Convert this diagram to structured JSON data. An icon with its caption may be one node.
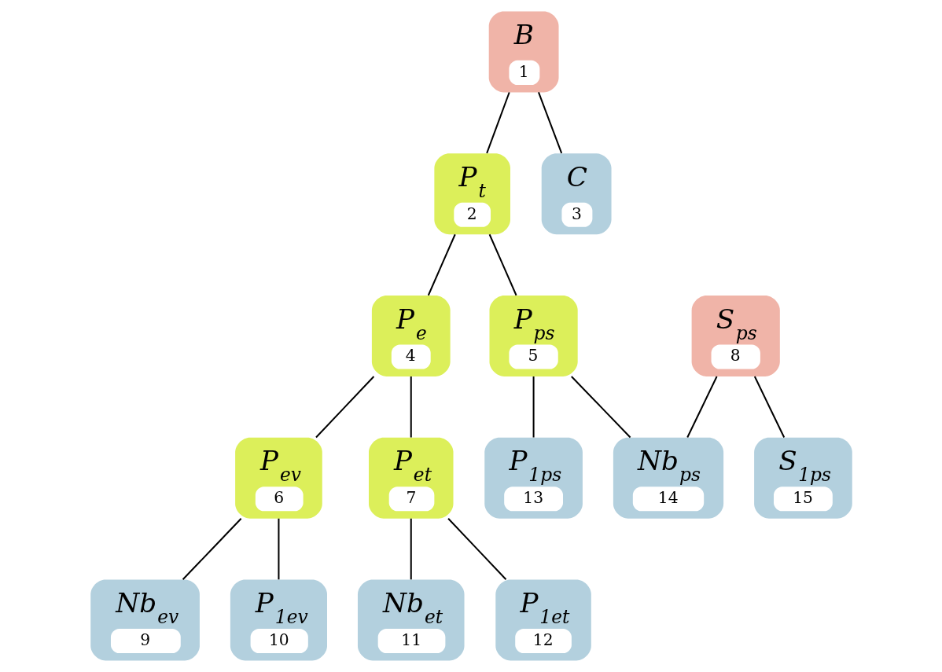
{
  "diagram": {
    "nodes": [
      {
        "text": [
          "B",
          "1"
        ]
      },
      {
        "text": [
          "P$_{t}$",
          "2"
        ]
      },
      {
        "text": [
          "C",
          "3"
        ]
      },
      {
        "text": [
          "P$_{e}$",
          "4"
        ]
      },
      {
        "text": [
          "P$_{ps}$",
          "5"
        ]
      },
      {
        "text": [
          "P$_{ev}$",
          "6"
        ]
      },
      {
        "text": [
          "P$_{et}$",
          "7"
        ]
      },
      {
        "text": [
          "S$_{ps}$",
          "8"
        ]
      },
      {
        "text": [
          "Nb$_{ev}$",
          "9"
        ]
      },
      {
        "text": [
          "P$_{1ev}$",
          "10"
        ]
      },
      {
        "text": [
          "Nb$_{et}$",
          "11"
        ]
      },
      {
        "text": [
          "P$_{1et}$",
          "12"
        ]
      },
      {
        "text": [
          "P$_{1ps}$",
          "13"
        ]
      },
      {
        "text": [
          "Nb$_{ps}$",
          "14"
        ]
      },
      {
        "text": [
          "S$_{1ps}$",
          "15"
        ]
      }
    ],
    "edges": [
      {
        "from": 0,
        "to": 1,
        "arrow": "none"
      },
      {
        "from": 0,
        "to": 2,
        "arrow": "none"
      },
      {
        "from": 1,
        "to": 3,
        "arrow": "none"
      },
      {
        "from": 1,
        "to": 4,
        "arrow": "none"
      },
      {
        "from": 3,
        "to": 5,
        "arrow": "none"
      },
      {
        "from": 3,
        "to": 6,
        "arrow": "none"
      },
      {
        "from": 5,
        "to": 8,
        "arrow": "none"
      },
      {
        "from": 5,
        "to": 9,
        "arrow": "none"
      },
      {
        "from": 6,
        "to": 10,
        "arrow": "none"
      },
      {
        "from": 6,
        "to": 11,
        "arrow": "none"
      },
      {
        "from": 4,
        "to": 12,
        "arrow": "none"
      },
      {
        "from": 4,
        "to": 13,
        "arrow": "none"
      },
      {
        "from": 7,
        "to": 13,
        "arrow": "none"
      },
      {
        "from": 7,
        "to": 14,
        "arrow": "none"
      }
    ]
  }
}
